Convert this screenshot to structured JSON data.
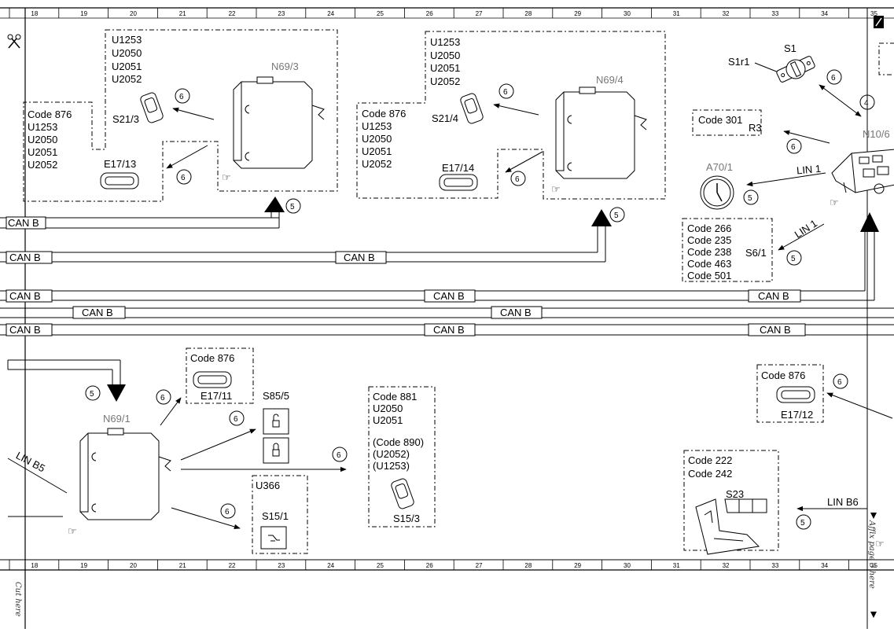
{
  "ruler": {
    "cols": [
      "18",
      "19",
      "20",
      "21",
      "22",
      "23",
      "24",
      "25",
      "26",
      "27",
      "28",
      "29",
      "30",
      "31",
      "32",
      "33",
      "34",
      "35"
    ]
  },
  "margin": {
    "cut_here": "Cut here",
    "affix_page": "Affix page 3 here"
  },
  "bus": {
    "can_b": "CAN B",
    "lin_1": "LIN 1",
    "lin_b5": "LIN B5",
    "lin_b6": "LIN B6"
  },
  "circled": {
    "five": "5",
    "six": "6",
    "four": "4"
  },
  "n69_3": {
    "label": "N69/3",
    "codes": [
      "U1253",
      "U2050",
      "U2051",
      "U2052"
    ],
    "switch": "S21/3",
    "left_codes": [
      "Code 876",
      "U1253",
      "U2050",
      "U2051",
      "U2052"
    ],
    "lamp": "E17/13"
  },
  "n69_4": {
    "label": "N69/4",
    "codes": [
      "U1253",
      "U2050",
      "U2051",
      "U2052"
    ],
    "switch": "S21/4",
    "left_codes": [
      "Code 876",
      "U1253",
      "U2050",
      "U2051",
      "U2052"
    ],
    "lamp": "E17/14"
  },
  "n10": {
    "label": "N10/6",
    "s1": "S1",
    "s1r1": "S1r1",
    "r3_code": "Code 301",
    "r3": "R3",
    "a70": "A70/1",
    "s6_codes": [
      "Code 266",
      "Code 235",
      "Code 238",
      "Code 463",
      "Code 501"
    ],
    "s6": "S6/1"
  },
  "n69_1": {
    "label": "N69/1",
    "lamp_code": "Code 876",
    "lamp": "E17/11",
    "s85": "S85/5",
    "u366": "U366",
    "s15_1": "S15/1",
    "s15_3_codes": [
      "Code 881",
      "U2050",
      "U2051",
      "",
      "(Code 890)",
      "(U2052)",
      "(U1253)"
    ],
    "s15_3": "S15/3"
  },
  "right": {
    "lamp_code": "Code 876",
    "lamp": "E17/12",
    "seat_codes": [
      "Code 222",
      "Code 242"
    ],
    "seat": "S23"
  }
}
